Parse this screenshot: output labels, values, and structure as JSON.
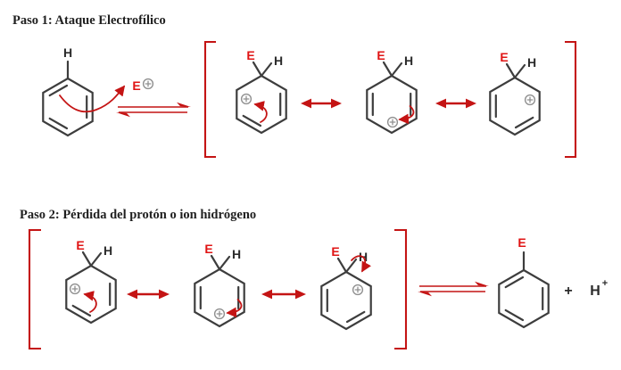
{
  "colors": {
    "background": "#ffffff",
    "arrow_red": "#c41414",
    "substituent_red": "#e01414",
    "bond_gray": "#3d3d3d",
    "charge_gray": "#909090",
    "text_black": "#1f1f1f"
  },
  "step1": {
    "title": "Paso  1: Ataque Electrofílico"
  },
  "step2": {
    "title": "Paso 2: Pérdida del protón o ion hidrógeno",
    "plus_sign": "+",
    "proton_symbol": "H",
    "proton_charge_sign": "+"
  },
  "labels": {
    "e": "E",
    "h": "H"
  }
}
